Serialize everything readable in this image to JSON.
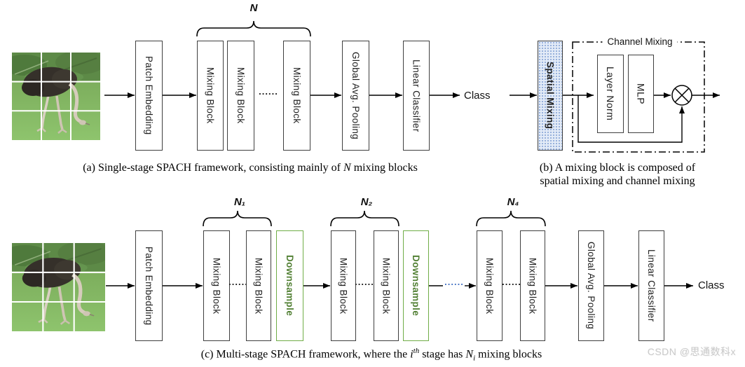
{
  "figure": {
    "boxes": {
      "patch_embedding": "Patch Embedding",
      "mixing_block": "Mixing Block",
      "global_avg_pooling": "Global Avg. Pooling",
      "linear_classifier": "Linear Classifier",
      "downsample": "Downsample",
      "spatial_mixing": "Spatial Mixing",
      "layer_norm": "Layer Norm",
      "mlp": "MLP"
    },
    "channel_mixing_label": "Channel Mixing",
    "output_label": "Class",
    "dots": "......",
    "stage_labels": {
      "a": "N",
      "c1": "N₁",
      "c2": "N₂",
      "c4": "N₄"
    },
    "captions": {
      "a_pre": "(a) Single-stage SPACH framework, consisting mainly of ",
      "a_var": "N",
      "a_post": " mixing blocks",
      "b_line1": "(b) A mixing block is composed of",
      "b_line2": "spatial mixing and channel mixing",
      "c_pre": "(c) Multi-stage SPACH framework, where the ",
      "c_var_i": "i",
      "c_sup": "th",
      "c_mid": " stage has ",
      "c_var_n": "N",
      "c_sub": "i",
      "c_post": " mixing blocks"
    },
    "watermark": "CSDN @思通数科x",
    "icons": {
      "multiply": "circle-times-icon"
    },
    "colors": {
      "box_border": "#3f3f3f",
      "downsample_green": "#538135",
      "downsample_border": "#70ad47",
      "dots_blue": "#4472c4",
      "spatial_mixing_fill": "#dae3f3",
      "arrow_black": "#000000",
      "watermark_gray": "#c9c9c9"
    }
  }
}
